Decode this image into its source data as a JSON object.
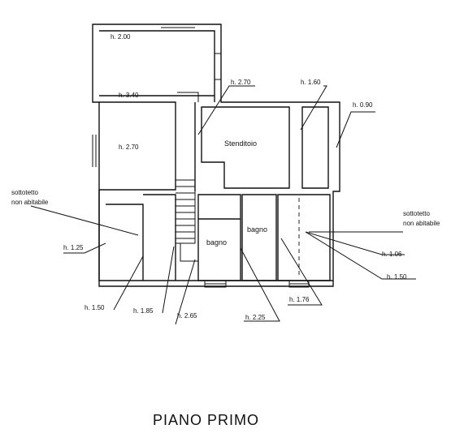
{
  "rooms": {
    "top_left_height": "h. 2.00",
    "top_left_width": "h. 3.40",
    "mid_left_height": "h. 2.70",
    "stenditoio": "Stenditoio",
    "bagno_left": "bagno",
    "bagno_right": "bagno"
  },
  "callouts": {
    "h270": "h. 2.70",
    "h160": "h. 1.60",
    "h090": "h. 0.90",
    "h125": "h. 1.25",
    "h150_bottom": "h. 1.50",
    "h185": "h. 1.85",
    "h265": "h. 2.65",
    "h225": "h. 2.25",
    "h176": "h. 1.76",
    "h106": "h. 1.06",
    "h150_right": "h. 1.50"
  },
  "notes": {
    "left_line1": "sottotetto",
    "left_line2": "non abitabile",
    "right_line1": "sottotetto",
    "right_line2": "non abitabile"
  },
  "title": "PIANO  PRIMO"
}
